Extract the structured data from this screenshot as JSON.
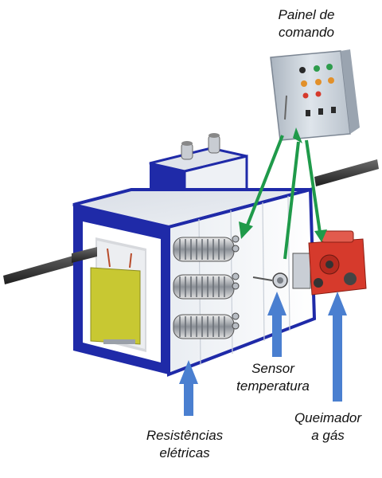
{
  "labels": {
    "panel_line1": "Painel de",
    "panel_line2": "comando",
    "sensor_line1": "Sensor",
    "sensor_line2": "temperatura",
    "burner_line1": "Queimador",
    "burner_line2": "a gás",
    "resist_line1": "Resistências",
    "resist_line2": "elétricas"
  },
  "colors": {
    "furnace_frame": "#1f2aa8",
    "furnace_body": "#f2f4f7",
    "inner_panel": "#c8c832",
    "green_arrow": "#1f9a4a",
    "blue_arrow": "#4a7fd0",
    "burner": "#d63a2c",
    "rod": "#3a3a3a",
    "cabinet": "#c9d2dc"
  }
}
